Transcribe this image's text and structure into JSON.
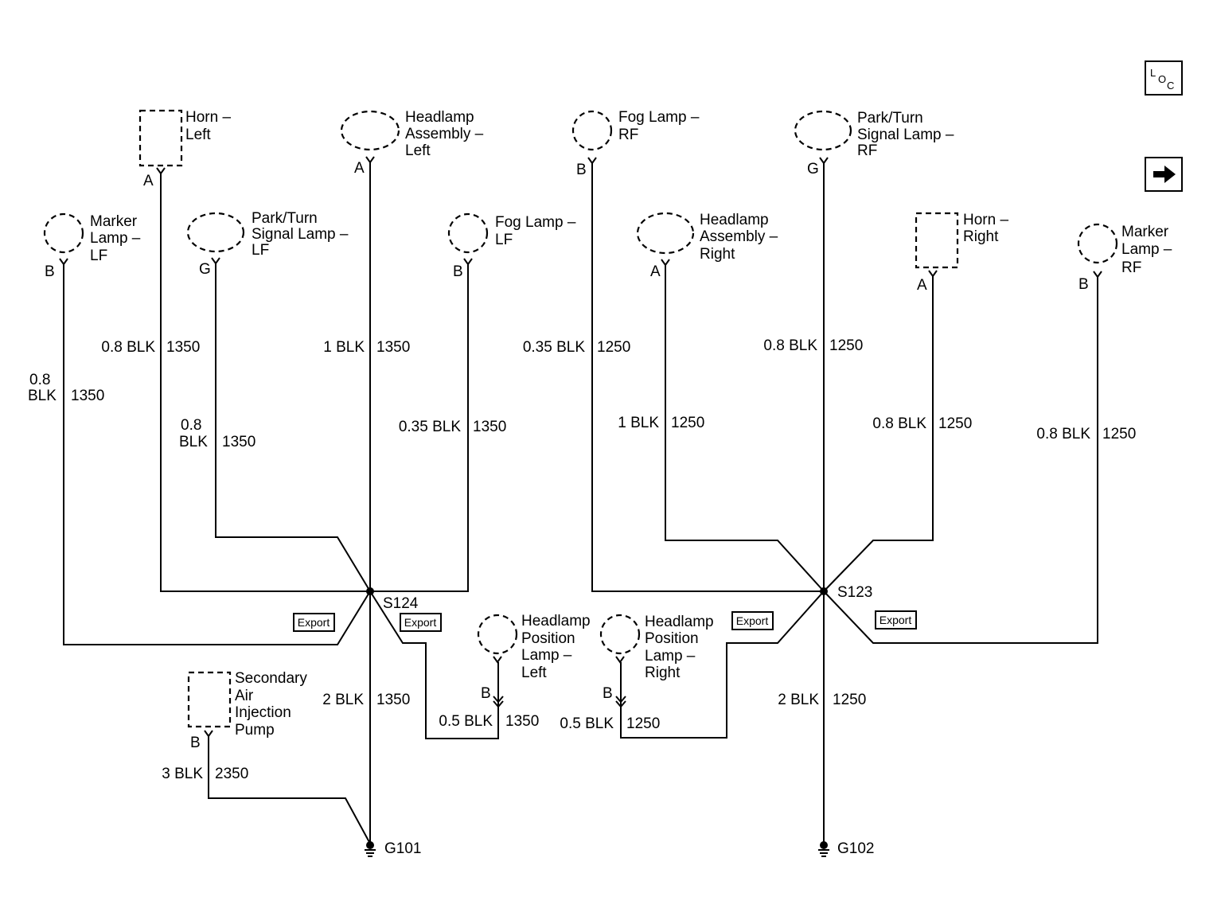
{
  "components": {
    "horn_left": {
      "l1": "Horn –",
      "l2": "Left",
      "pin": "A"
    },
    "headlamp_left": {
      "l1": "Headlamp",
      "l2": "Assembly –",
      "l3": "Left",
      "pin": "A"
    },
    "fog_rf": {
      "l1": "Fog Lamp –",
      "l2": "RF",
      "pin": "B"
    },
    "park_rf": {
      "l1": "Park/Turn",
      "l2": "Signal Lamp –",
      "l3": "RF",
      "pin": "G"
    },
    "marker_lf": {
      "l1": "Marker",
      "l2": "Lamp –",
      "l3": "LF",
      "pin": "B"
    },
    "park_lf": {
      "l1": "Park/Turn",
      "l2": "Signal Lamp –",
      "l3": "LF",
      "pin": "G"
    },
    "fog_lf": {
      "l1": "Fog Lamp –",
      "l2": "LF",
      "pin": "B"
    },
    "headlamp_right": {
      "l1": "Headlamp",
      "l2": "Assembly –",
      "l3": "Right",
      "pin": "A"
    },
    "horn_right": {
      "l1": "Horn –",
      "l2": "Right",
      "pin": "A"
    },
    "marker_rf": {
      "l1": "Marker",
      "l2": "Lamp –",
      "l3": "RF",
      "pin": "B"
    },
    "hl_pos_left": {
      "l1": "Headlamp",
      "l2": "Position",
      "l3": "Lamp –",
      "l4": "Left",
      "pin": "B"
    },
    "hl_pos_right": {
      "l1": "Headlamp",
      "l2": "Position",
      "l3": "Lamp –",
      "l4": "Right",
      "pin": "B"
    },
    "air_pump": {
      "l1": "Secondary",
      "l2": "Air",
      "l3": "Injection",
      "l4": "Pump",
      "pin": "B"
    }
  },
  "wires": {
    "w_horn_left": {
      "gauge": "0.8 BLK",
      "circuit": "1350"
    },
    "w_headlamp_left": {
      "gauge": "1 BLK",
      "circuit": "1350"
    },
    "w_marker_lf": {
      "gauge1": "0.8",
      "gauge2": "BLK",
      "circuit": "1350"
    },
    "w_park_lf": {
      "gauge1": "0.8",
      "gauge2": "BLK",
      "circuit": "1350"
    },
    "w_fog_lf": {
      "gauge": "0.35 BLK",
      "circuit": "1350"
    },
    "w_fog_rf": {
      "gauge": "0.35 BLK",
      "circuit": "1250"
    },
    "w_park_rf": {
      "gauge": "0.8 BLK",
      "circuit": "1250"
    },
    "w_headlamp_right": {
      "gauge": "1 BLK",
      "circuit": "1250"
    },
    "w_horn_right": {
      "gauge": "0.8 BLK",
      "circuit": "1250"
    },
    "w_marker_rf": {
      "gauge": "0.8 BLK",
      "circuit": "1250"
    },
    "w_g101": {
      "gauge": "2 BLK",
      "circuit": "1350"
    },
    "w_g102": {
      "gauge": "2 BLK",
      "circuit": "1250"
    },
    "w_hl_pos_left": {
      "gauge": "0.5 BLK",
      "circuit": "1350"
    },
    "w_hl_pos_right": {
      "gauge": "0.5 BLK",
      "circuit": "1250"
    },
    "w_air_pump": {
      "gauge": "3 BLK",
      "circuit": "2350"
    }
  },
  "splices": {
    "s124": "S124",
    "s123": "S123"
  },
  "grounds": {
    "g101": "G101",
    "g102": "G102"
  },
  "export_labels": {
    "e1": "Export",
    "e2": "Export",
    "e3": "Export",
    "e4": "Export"
  },
  "nav": {
    "loc_l": "L",
    "loc_o": "O",
    "loc_c": "C"
  }
}
